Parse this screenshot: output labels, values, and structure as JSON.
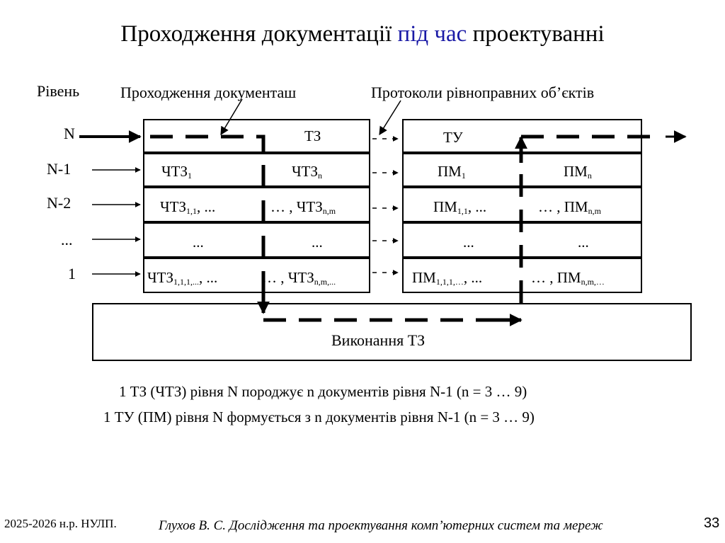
{
  "slide": {
    "title_part1": "Проходження документації ",
    "title_highlight": "під час",
    "title_part2": " проектуванні",
    "accent_color": "#1a1aa6"
  },
  "diagram": {
    "level_header": "Рівень",
    "doc_flow_label": "Проходження документаш",
    "protocol_label": "Протоколи рівноправних об’єктів",
    "levels": [
      "N",
      "N-1",
      "N-2",
      "...",
      "1"
    ],
    "left_stack": {
      "r0": {
        "right": "ТЗ"
      },
      "r1": {
        "left_base": "ЧТЗ",
        "left_sub": "1",
        "right_base": "ЧТЗ",
        "right_sub": "n"
      },
      "r2": {
        "left_base": "ЧТЗ",
        "left_sub": "1,1",
        "left_tail": ", ...",
        "right_head": "… , ЧТЗ",
        "right_sub": "n,m"
      },
      "r3": {
        "left": "...",
        "right": "..."
      },
      "r4": {
        "left_base": "ЧТЗ",
        "left_sub": "1,1,1,...",
        "left_tail": ", ...",
        "right_head": "… , ЧТЗ",
        "right_sub": "n,m,..."
      }
    },
    "right_stack": {
      "r0": {
        "left": "ТУ"
      },
      "r1": {
        "left_base": "ПМ",
        "left_sub": "1",
        "right_base": "ПМ",
        "right_sub": "n"
      },
      "r2": {
        "left_base": "ПМ",
        "left_sub": "1,1",
        "left_tail": ", ...",
        "right_head": "… , ПМ",
        "right_sub": "n,m"
      },
      "r3": {
        "left": "...",
        "right": "..."
      },
      "r4": {
        "left_base": "ПМ",
        "left_sub": "1,1,1,…",
        "left_tail": ", ...",
        "right_head": "… , ПМ",
        "right_sub": "n,m,…"
      }
    },
    "execution_label": "Виконання ТЗ"
  },
  "notes": [
    "1 ТЗ (ЧТЗ) рівня N породжує n документів рівня N-1 (n = 3 … 9)",
    "1 ТУ (ПМ) рівня N формується з n документів рівня N-1 (n = 3 … 9)"
  ],
  "footer": {
    "left": "2025-2026 н.р. НУЛП.",
    "center": "Глухов В. С. Дослідження та проектування комп’ютерних систем та мереж",
    "page": "33"
  }
}
